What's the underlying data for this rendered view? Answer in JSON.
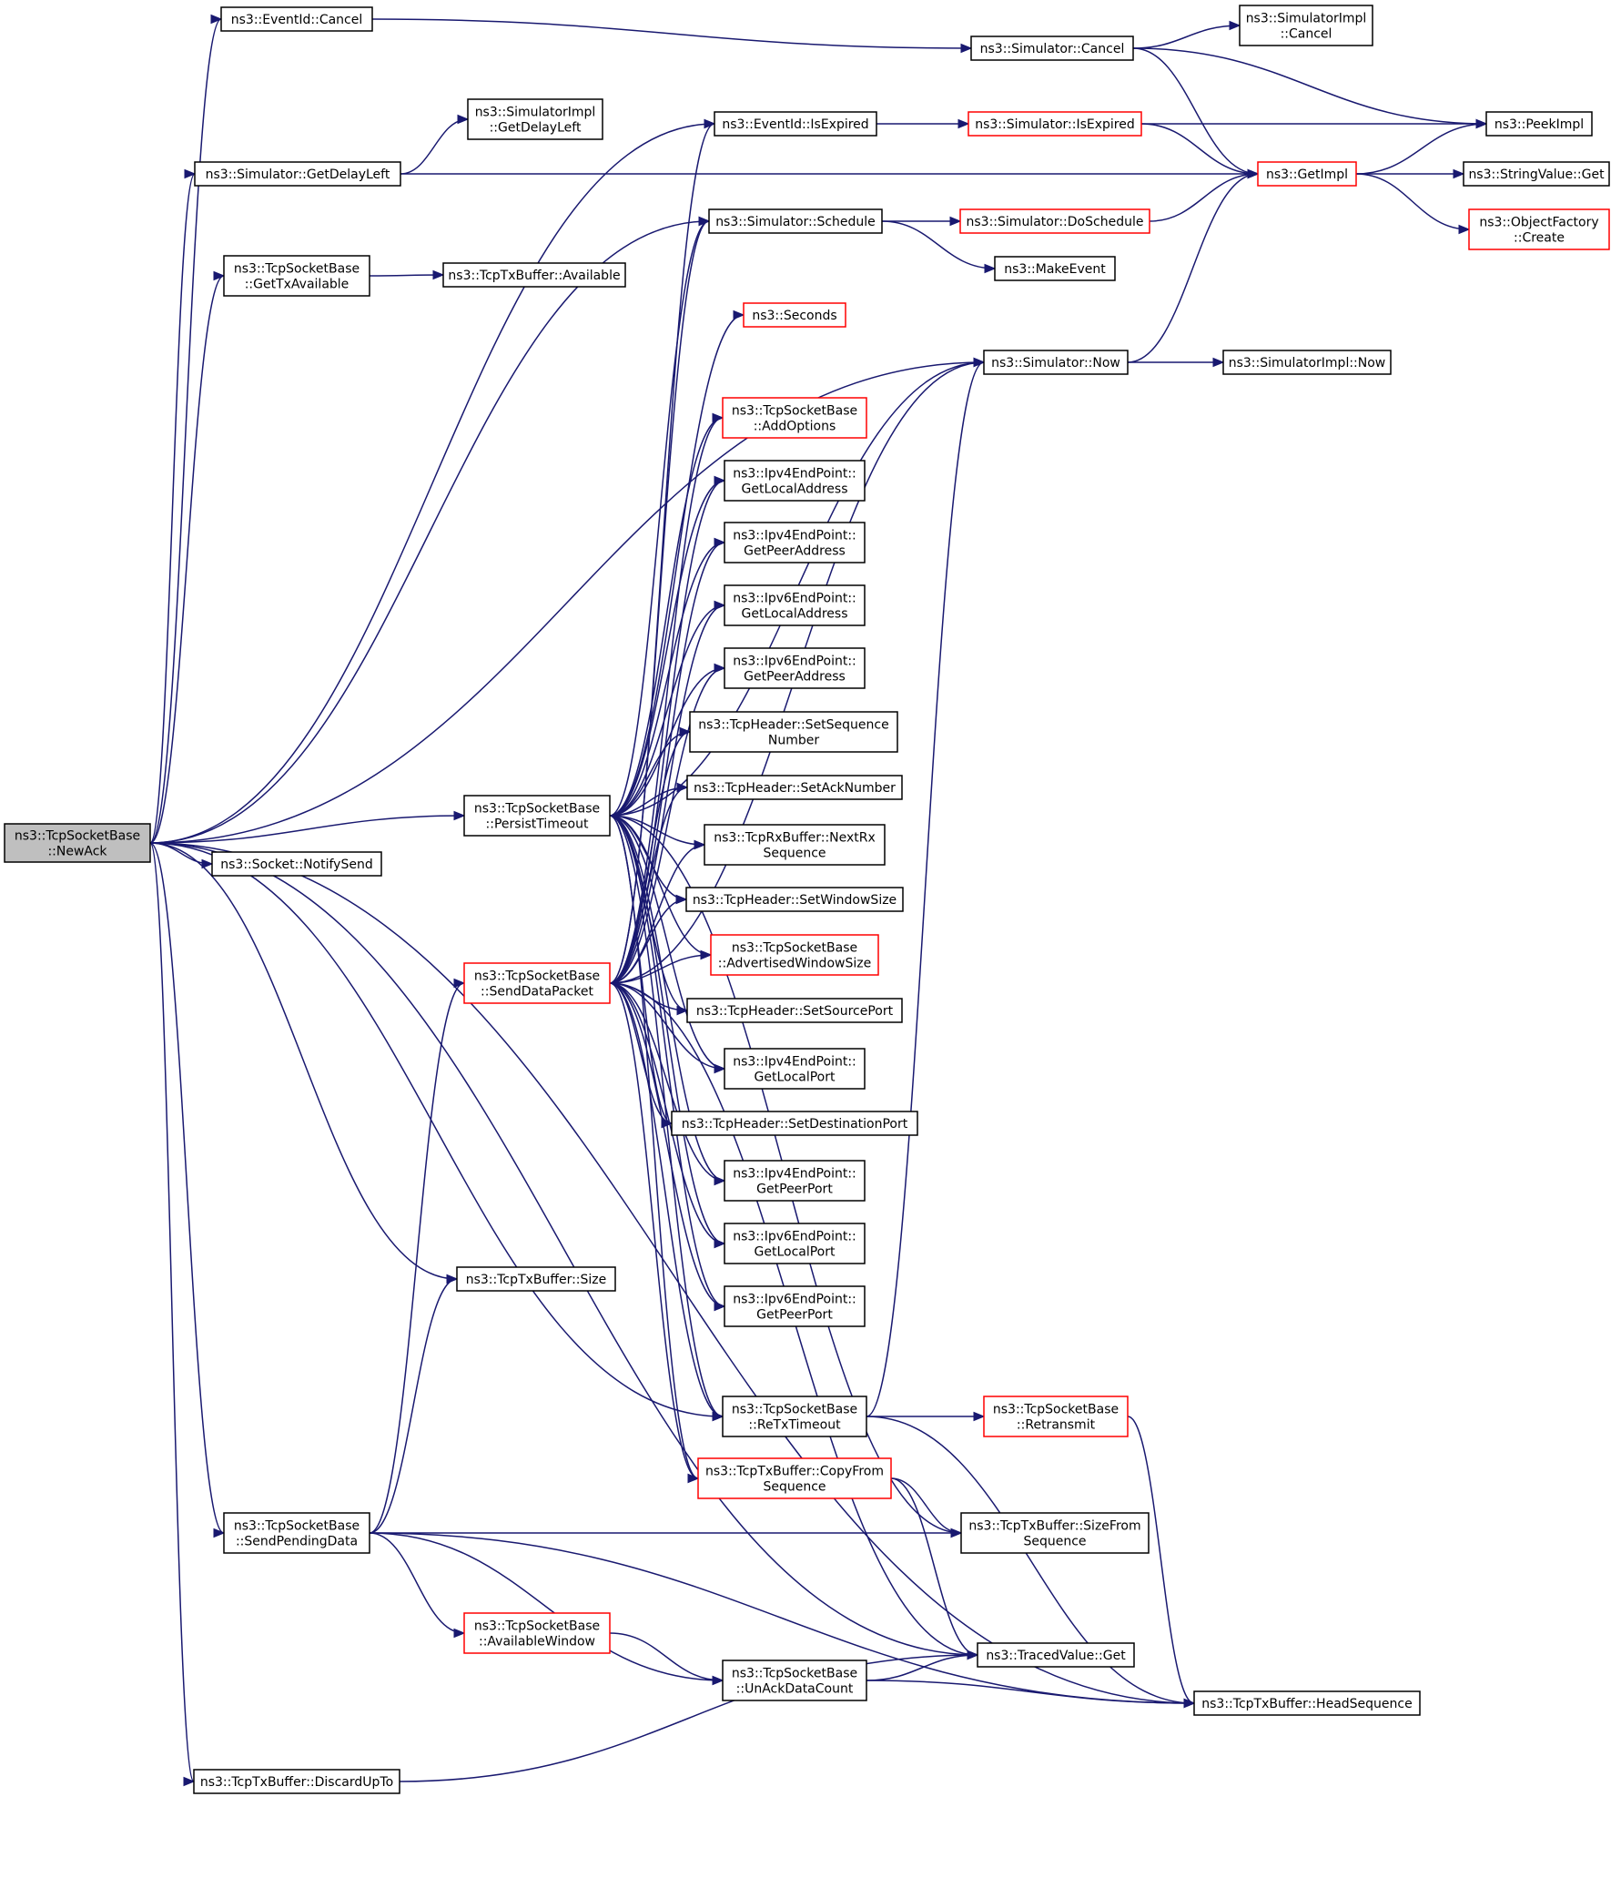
{
  "nodes": [
    {
      "id": "newack",
      "lines": [
        "ns3::TcpSocketBase",
        "::NewAck"
      ],
      "style": "root"
    },
    {
      "id": "eventid_cancel",
      "lines": [
        "ns3::EventId::Cancel"
      ],
      "style": "normal"
    },
    {
      "id": "sim_cancel",
      "lines": [
        "ns3::Simulator::Cancel"
      ],
      "style": "normal"
    },
    {
      "id": "simimpl_cancel",
      "lines": [
        "ns3::SimulatorImpl",
        "::Cancel"
      ],
      "style": "normal"
    },
    {
      "id": "peekimpl",
      "lines": [
        "ns3::PeekImpl"
      ],
      "style": "normal"
    },
    {
      "id": "simimpl_getdelayleft",
      "lines": [
        "ns3::SimulatorImpl",
        "::GetDelayLeft"
      ],
      "style": "normal"
    },
    {
      "id": "eventid_isexpired",
      "lines": [
        "ns3::EventId::IsExpired"
      ],
      "style": "normal"
    },
    {
      "id": "sim_isexpired",
      "lines": [
        "ns3::Simulator::IsExpired"
      ],
      "style": "red"
    },
    {
      "id": "sim_getdelayleft",
      "lines": [
        "ns3::Simulator::GetDelayLeft"
      ],
      "style": "normal"
    },
    {
      "id": "getimpl",
      "lines": [
        "ns3::GetImpl"
      ],
      "style": "red"
    },
    {
      "id": "stringvalue_get",
      "lines": [
        "ns3::StringValue::Get"
      ],
      "style": "normal"
    },
    {
      "id": "sim_schedule",
      "lines": [
        "ns3::Simulator::Schedule"
      ],
      "style": "normal"
    },
    {
      "id": "sim_doschedule",
      "lines": [
        "ns3::Simulator::DoSchedule"
      ],
      "style": "red"
    },
    {
      "id": "objfactory_create",
      "lines": [
        "ns3::ObjectFactory",
        "::Create"
      ],
      "style": "red"
    },
    {
      "id": "gettxavailable",
      "lines": [
        "ns3::TcpSocketBase",
        "::GetTxAvailable"
      ],
      "style": "normal"
    },
    {
      "id": "txbuf_available",
      "lines": [
        "ns3::TcpTxBuffer::Available"
      ],
      "style": "normal"
    },
    {
      "id": "makeevent",
      "lines": [
        "ns3::MakeEvent"
      ],
      "style": "normal"
    },
    {
      "id": "seconds",
      "lines": [
        "ns3::Seconds"
      ],
      "style": "red"
    },
    {
      "id": "sim_now",
      "lines": [
        "ns3::Simulator::Now"
      ],
      "style": "normal"
    },
    {
      "id": "simimpl_now",
      "lines": [
        "ns3::SimulatorImpl::Now"
      ],
      "style": "normal"
    },
    {
      "id": "addoptions",
      "lines": [
        "ns3::TcpSocketBase",
        "::AddOptions"
      ],
      "style": "red"
    },
    {
      "id": "ipv4_getlocaladdr",
      "lines": [
        "ns3::Ipv4EndPoint::",
        "GetLocalAddress"
      ],
      "style": "normal"
    },
    {
      "id": "ipv4_getpeeraddr",
      "lines": [
        "ns3::Ipv4EndPoint::",
        "GetPeerAddress"
      ],
      "style": "normal"
    },
    {
      "id": "ipv6_getlocaladdr",
      "lines": [
        "ns3::Ipv6EndPoint::",
        "GetLocalAddress"
      ],
      "style": "normal"
    },
    {
      "id": "ipv6_getpeeraddr",
      "lines": [
        "ns3::Ipv6EndPoint::",
        "GetPeerAddress"
      ],
      "style": "normal"
    },
    {
      "id": "setseqnum",
      "lines": [
        "ns3::TcpHeader::SetSequence",
        "Number"
      ],
      "style": "normal"
    },
    {
      "id": "setacknum",
      "lines": [
        "ns3::TcpHeader::SetAckNumber"
      ],
      "style": "normal"
    },
    {
      "id": "persisttimeout",
      "lines": [
        "ns3::TcpSocketBase",
        "::PersistTimeout"
      ],
      "style": "normal"
    },
    {
      "id": "rxbuf_nextrxseq",
      "lines": [
        "ns3::TcpRxBuffer::NextRx",
        "Sequence"
      ],
      "style": "normal"
    },
    {
      "id": "notifysend",
      "lines": [
        "ns3::Socket::NotifySend"
      ],
      "style": "normal"
    },
    {
      "id": "setwindowsize",
      "lines": [
        "ns3::TcpHeader::SetWindowSize"
      ],
      "style": "normal"
    },
    {
      "id": "advwindowsize",
      "lines": [
        "ns3::TcpSocketBase",
        "::AdvertisedWindowSize"
      ],
      "style": "red"
    },
    {
      "id": "senddatapacket",
      "lines": [
        "ns3::TcpSocketBase",
        "::SendDataPacket"
      ],
      "style": "red"
    },
    {
      "id": "setsourceport",
      "lines": [
        "ns3::TcpHeader::SetSourcePort"
      ],
      "style": "normal"
    },
    {
      "id": "ipv4_getlocalport",
      "lines": [
        "ns3::Ipv4EndPoint::",
        "GetLocalPort"
      ],
      "style": "normal"
    },
    {
      "id": "setdestport",
      "lines": [
        "ns3::TcpHeader::SetDestinationPort"
      ],
      "style": "normal"
    },
    {
      "id": "ipv4_getpeerport",
      "lines": [
        "ns3::Ipv4EndPoint::",
        "GetPeerPort"
      ],
      "style": "normal"
    },
    {
      "id": "ipv6_getlocalport",
      "lines": [
        "ns3::Ipv6EndPoint::",
        "GetLocalPort"
      ],
      "style": "normal"
    },
    {
      "id": "txbuf_size",
      "lines": [
        "ns3::TcpTxBuffer::Size"
      ],
      "style": "normal"
    },
    {
      "id": "ipv6_getpeerport",
      "lines": [
        "ns3::Ipv6EndPoint::",
        "GetPeerPort"
      ],
      "style": "normal"
    },
    {
      "id": "retxtimeout",
      "lines": [
        "ns3::TcpSocketBase",
        "::ReTxTimeout"
      ],
      "style": "normal"
    },
    {
      "id": "retransmit",
      "lines": [
        "ns3::TcpSocketBase",
        "::Retransmit"
      ],
      "style": "red"
    },
    {
      "id": "txbuf_copyfromseq",
      "lines": [
        "ns3::TcpTxBuffer::CopyFrom",
        "Sequence"
      ],
      "style": "red"
    },
    {
      "id": "sendpendingdata",
      "lines": [
        "ns3::TcpSocketBase",
        "::SendPendingData"
      ],
      "style": "normal"
    },
    {
      "id": "txbuf_sizefromseq",
      "lines": [
        "ns3::TcpTxBuffer::SizeFrom",
        "Sequence"
      ],
      "style": "normal"
    },
    {
      "id": "availablewindow",
      "lines": [
        "ns3::TcpSocketBase",
        "::AvailableWindow"
      ],
      "style": "red"
    },
    {
      "id": "tracedvalue_get",
      "lines": [
        "ns3::TracedValue::Get"
      ],
      "style": "normal"
    },
    {
      "id": "unackdatacount",
      "lines": [
        "ns3::TcpSocketBase",
        "::UnAckDataCount"
      ],
      "style": "normal"
    },
    {
      "id": "txbuf_headseq",
      "lines": [
        "ns3::TcpTxBuffer::HeadSequence"
      ],
      "style": "normal"
    },
    {
      "id": "txbuf_discardupto",
      "lines": [
        "ns3::TcpTxBuffer::DiscardUpTo"
      ],
      "style": "normal"
    }
  ],
  "edges": [
    [
      "newack",
      "eventid_cancel"
    ],
    [
      "newack",
      "eventid_isexpired"
    ],
    [
      "newack",
      "sim_getdelayleft"
    ],
    [
      "newack",
      "sim_schedule"
    ],
    [
      "newack",
      "gettxavailable"
    ],
    [
      "newack",
      "sim_now"
    ],
    [
      "newack",
      "persisttimeout"
    ],
    [
      "newack",
      "notifysend"
    ],
    [
      "newack",
      "retxtimeout"
    ],
    [
      "newack",
      "txbuf_size"
    ],
    [
      "newack",
      "sendpendingdata"
    ],
    [
      "newack",
      "tracedvalue_get"
    ],
    [
      "newack",
      "txbuf_headseq"
    ],
    [
      "newack",
      "txbuf_discardupto"
    ],
    [
      "eventid_cancel",
      "sim_cancel"
    ],
    [
      "sim_cancel",
      "simimpl_cancel"
    ],
    [
      "sim_cancel",
      "peekimpl"
    ],
    [
      "sim_cancel",
      "getimpl"
    ],
    [
      "eventid_isexpired",
      "sim_isexpired"
    ],
    [
      "sim_isexpired",
      "peekimpl"
    ],
    [
      "sim_isexpired",
      "getimpl"
    ],
    [
      "sim_getdelayleft",
      "simimpl_getdelayleft"
    ],
    [
      "sim_getdelayleft",
      "getimpl"
    ],
    [
      "getimpl",
      "peekimpl"
    ],
    [
      "getimpl",
      "stringvalue_get"
    ],
    [
      "getimpl",
      "objfactory_create"
    ],
    [
      "sim_schedule",
      "sim_doschedule"
    ],
    [
      "sim_schedule",
      "makeevent"
    ],
    [
      "sim_doschedule",
      "getimpl"
    ],
    [
      "gettxavailable",
      "txbuf_available"
    ],
    [
      "sim_now",
      "getimpl"
    ],
    [
      "sim_now",
      "simimpl_now"
    ],
    [
      "persisttimeout",
      "sim_schedule"
    ],
    [
      "persisttimeout",
      "seconds"
    ],
    [
      "persisttimeout",
      "sim_now"
    ],
    [
      "persisttimeout",
      "addoptions"
    ],
    [
      "persisttimeout",
      "ipv4_getlocaladdr"
    ],
    [
      "persisttimeout",
      "ipv4_getpeeraddr"
    ],
    [
      "persisttimeout",
      "ipv6_getlocaladdr"
    ],
    [
      "persisttimeout",
      "ipv6_getpeeraddr"
    ],
    [
      "persisttimeout",
      "setseqnum"
    ],
    [
      "persisttimeout",
      "setacknum"
    ],
    [
      "persisttimeout",
      "rxbuf_nextrxseq"
    ],
    [
      "persisttimeout",
      "setwindowsize"
    ],
    [
      "persisttimeout",
      "advwindowsize"
    ],
    [
      "persisttimeout",
      "setsourceport"
    ],
    [
      "persisttimeout",
      "ipv4_getlocalport"
    ],
    [
      "persisttimeout",
      "setdestport"
    ],
    [
      "persisttimeout",
      "ipv4_getpeerport"
    ],
    [
      "persisttimeout",
      "ipv6_getlocalport"
    ],
    [
      "persisttimeout",
      "ipv6_getpeerport"
    ],
    [
      "persisttimeout",
      "retxtimeout"
    ],
    [
      "persisttimeout",
      "txbuf_copyfromseq"
    ],
    [
      "persisttimeout",
      "txbuf_sizefromseq"
    ],
    [
      "senddatapacket",
      "eventid_isexpired"
    ],
    [
      "senddatapacket",
      "sim_schedule"
    ],
    [
      "senddatapacket",
      "sim_now"
    ],
    [
      "senddatapacket",
      "addoptions"
    ],
    [
      "senddatapacket",
      "ipv4_getlocaladdr"
    ],
    [
      "senddatapacket",
      "ipv4_getpeeraddr"
    ],
    [
      "senddatapacket",
      "ipv6_getlocaladdr"
    ],
    [
      "senddatapacket",
      "ipv6_getpeeraddr"
    ],
    [
      "senddatapacket",
      "setseqnum"
    ],
    [
      "senddatapacket",
      "setacknum"
    ],
    [
      "senddatapacket",
      "rxbuf_nextrxseq"
    ],
    [
      "senddatapacket",
      "setwindowsize"
    ],
    [
      "senddatapacket",
      "advwindowsize"
    ],
    [
      "senddatapacket",
      "setsourceport"
    ],
    [
      "senddatapacket",
      "ipv4_getlocalport"
    ],
    [
      "senddatapacket",
      "setdestport"
    ],
    [
      "senddatapacket",
      "ipv4_getpeerport"
    ],
    [
      "senddatapacket",
      "ipv6_getlocalport"
    ],
    [
      "senddatapacket",
      "ipv6_getpeerport"
    ],
    [
      "senddatapacket",
      "retxtimeout"
    ],
    [
      "senddatapacket",
      "txbuf_copyfromseq"
    ],
    [
      "senddatapacket",
      "tracedvalue_get"
    ],
    [
      "retxtimeout",
      "sim_now"
    ],
    [
      "retxtimeout",
      "retransmit"
    ],
    [
      "retxtimeout",
      "txbuf_headseq"
    ],
    [
      "retransmit",
      "txbuf_headseq"
    ],
    [
      "txbuf_copyfromseq",
      "txbuf_sizefromseq"
    ],
    [
      "txbuf_copyfromseq",
      "tracedvalue_get"
    ],
    [
      "sendpendingdata",
      "senddatapacket"
    ],
    [
      "sendpendingdata",
      "txbuf_size"
    ],
    [
      "sendpendingdata",
      "txbuf_sizefromseq"
    ],
    [
      "sendpendingdata",
      "availablewindow"
    ],
    [
      "sendpendingdata",
      "unackdatacount"
    ],
    [
      "sendpendingdata",
      "txbuf_headseq"
    ],
    [
      "availablewindow",
      "unackdatacount"
    ],
    [
      "unackdatacount",
      "tracedvalue_get"
    ],
    [
      "unackdatacount",
      "txbuf_headseq"
    ],
    [
      "txbuf_discardupto",
      "tracedvalue_get"
    ]
  ]
}
